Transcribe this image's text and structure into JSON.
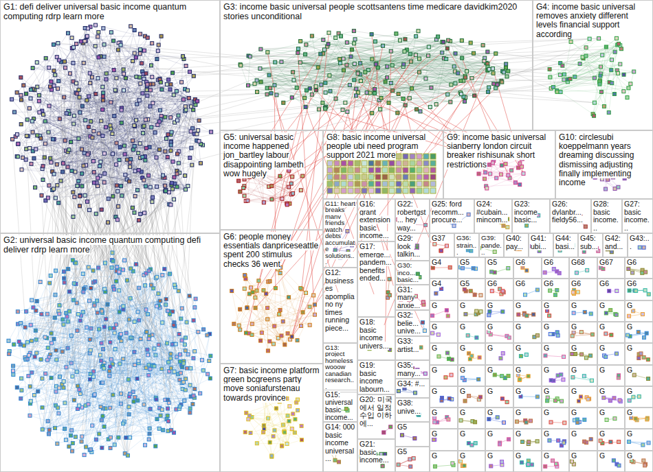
{
  "diagram": {
    "nodes": [
      {
        "text": [
          "G1: defi deliver universal basic income quantum computing rdrp learn more"
        ]
      },
      {
        "text": [
          "G3: income basic universal people scottsantens time medicare davidkim2020 stories unconditional"
        ]
      },
      {
        "text": [
          "G4: income basic universal removes anxiety different levels financial support according"
        ]
      },
      {
        "text": [
          "G5: universal basic income happened jon_bartley labour disappointing lambeth wow hugely"
        ]
      },
      {
        "text": [
          "G8: basic income universal people ubi need program support 2021 more"
        ]
      },
      {
        "text": [
          "G9: income basic universal sianberry london circuit breaker rishisunak short restrictions"
        ]
      },
      {
        "text": [
          "G10: circlesubi koeppelmann years dreaming discussing dismissing adjusting finally implementing income"
        ]
      },
      {
        "text": [
          "G11: heart breaks many friends watch debts accumulate solutions..."
        ]
      },
      {
        "text": [
          "G16: grant extension basic income..."
        ]
      },
      {
        "text": [
          "G22: robertgst... hey way..."
        ]
      },
      {
        "text": [
          "G25: ford recomm... procure..."
        ]
      },
      {
        "text": [
          "G24: #cubain... mincom..."
        ]
      },
      {
        "text": [
          "G23: income basic..."
        ]
      },
      {
        "text": [
          "G26: dylanbr... fieldy56..."
        ]
      },
      {
        "text": [
          "G28: basic income..."
        ]
      },
      {
        "text": [
          "G27: basic income..."
        ]
      },
      {
        "text": [
          "G6: people money essentials danpriceseattle spent 200 stimulus checks 36 went"
        ]
      },
      {
        "text": [
          "G2: universal basic income quantum computing defi deliver rdrp learn more"
        ]
      },
      {
        "text": [
          "G29: look talkin..."
        ]
      },
      {
        "text": [
          "G37"
        ]
      },
      {
        "text": [
          "G36: strain..."
        ]
      },
      {
        "text": [
          "G39: pande..."
        ]
      },
      {
        "text": [
          "G40: pay..."
        ]
      },
      {
        "text": [
          "G41: ubi..."
        ]
      },
      {
        "text": [
          "G44: basi..."
        ]
      },
      {
        "text": [
          "G45: sub..."
        ]
      },
      {
        "text": [
          "G42: and..."
        ]
      },
      {
        "text": [
          "G43:..."
        ]
      },
      {
        "text": [
          "G17: emerge... pandem... benefits ended..."
        ]
      },
      {
        "text": [
          "G30: inco... basic..."
        ]
      },
      {
        "text": [
          "G12: businesses apompliano ny times running piece..."
        ]
      },
      {
        "text": [
          "G31: many anxie..."
        ]
      },
      {
        "text": [
          "G32: belie... unive..."
        ]
      },
      {
        "text": [
          "G18: basic income univers..."
        ]
      },
      {
        "text": [
          "G33: artist..."
        ]
      },
      {
        "text": [
          "G13: project homeless wooow canadian research..."
        ]
      },
      {
        "text": [
          "G35: many..."
        ]
      },
      {
        "text": [
          "G19: basic income labourn..."
        ]
      },
      {
        "text": [
          "G7: basic income platform green bcgreens party move soniafurstenau towards province"
        ]
      },
      {
        "text": [
          "G34: #..."
        ]
      },
      {
        "text": [
          "G15: universal basic income..."
        ]
      },
      {
        "text": [
          "G20: 미국에서 일정 수입 이하에..."
        ]
      },
      {
        "text": [
          "G38: unive..."
        ]
      },
      {
        "text": [
          "G14: 000 basic income universal..."
        ]
      },
      {
        "text": [
          "G5"
        ]
      },
      {
        "text": [
          "G21: basic income..."
        ]
      },
      {
        "text": [
          "G5"
        ]
      },
      {
        "text": [
          "G4"
        ]
      },
      {
        "text": [
          "G5"
        ]
      },
      {
        "text": [
          "G5"
        ]
      },
      {
        "text": [
          "G6"
        ]
      },
      {
        "text": [
          "G6"
        ]
      },
      {
        "text": [
          "G68"
        ]
      },
      {
        "text": [
          "G67"
        ]
      },
      {
        "text": [
          "G6"
        ]
      },
      {
        "text": [
          "G4"
        ]
      },
      {
        "text": [
          "G5"
        ]
      },
      {
        "text": [
          "G6"
        ]
      },
      {
        "text": [
          "G6"
        ]
      },
      {
        "text": [
          "G6"
        ]
      },
      {
        "text": [
          "G6"
        ]
      },
      {
        "text": [
          "G6"
        ]
      },
      {
        "text": [
          "G6"
        ]
      },
      {
        "text": [
          "G"
        ]
      },
      {
        "text": [
          "G"
        ]
      },
      {
        "text": [
          "G"
        ]
      },
      {
        "text": [
          "G"
        ]
      },
      {
        "text": [
          "G"
        ]
      },
      {
        "text": [
          "G"
        ]
      },
      {
        "text": [
          "G"
        ]
      },
      {
        "text": [
          "G"
        ]
      },
      {
        "text": [
          "G"
        ]
      },
      {
        "text": [
          "G"
        ]
      },
      {
        "text": [
          "G"
        ]
      },
      {
        "text": [
          "G"
        ]
      },
      {
        "text": [
          "G"
        ]
      },
      {
        "text": [
          "G"
        ]
      },
      {
        "text": [
          "G"
        ]
      },
      {
        "text": [
          "G"
        ]
      },
      {
        "text": [
          "G"
        ]
      },
      {
        "text": [
          "G"
        ]
      },
      {
        "text": [
          "G"
        ]
      },
      {
        "text": [
          "G"
        ]
      },
      {
        "text": [
          "G"
        ]
      },
      {
        "text": [
          "G"
        ]
      },
      {
        "text": [
          "G"
        ]
      },
      {
        "text": [
          "G"
        ]
      },
      {
        "text": [
          "G"
        ]
      },
      {
        "text": [
          "G"
        ]
      },
      {
        "text": [
          "G"
        ]
      },
      {
        "text": [
          "G"
        ]
      },
      {
        "text": [
          "G"
        ]
      },
      {
        "text": [
          "G"
        ]
      },
      {
        "text": [
          "G"
        ]
      },
      {
        "text": [
          "G"
        ]
      },
      {
        "text": [
          "G"
        ]
      },
      {
        "text": [
          "G"
        ]
      },
      {
        "text": [
          "G"
        ]
      },
      {
        "text": [
          "G"
        ]
      },
      {
        "text": [
          "G"
        ]
      },
      {
        "text": [
          "G"
        ]
      },
      {
        "text": [
          "G"
        ]
      },
      {
        "text": [
          "G"
        ]
      },
      {
        "text": [
          "G"
        ]
      },
      {
        "text": [
          "G"
        ]
      },
      {
        "text": [
          "G"
        ]
      },
      {
        "text": [
          "G"
        ]
      },
      {
        "text": [
          "G"
        ]
      },
      {
        "text": [
          "G"
        ]
      },
      {
        "text": [
          "G"
        ]
      },
      {
        "text": [
          "G"
        ]
      },
      {
        "text": [
          "G"
        ]
      },
      {
        "text": [
          "G"
        ]
      },
      {
        "text": [
          "G"
        ]
      },
      {
        "text": [
          "G"
        ]
      },
      {
        "text": [
          "G"
        ]
      },
      {
        "text": [
          "G"
        ]
      },
      {
        "text": [
          "G"
        ]
      },
      {
        "text": [
          "G"
        ]
      },
      {
        "text": [
          "G"
        ]
      },
      {
        "text": [
          "G"
        ]
      },
      {
        "text": [
          "G"
        ]
      },
      {
        "text": [
          "G"
        ]
      },
      {
        "text": [
          "G"
        ]
      },
      {
        "text": [
          "G"
        ]
      },
      {
        "text": [
          "G"
        ]
      },
      {
        "text": [
          "G"
        ]
      }
    ]
  }
}
